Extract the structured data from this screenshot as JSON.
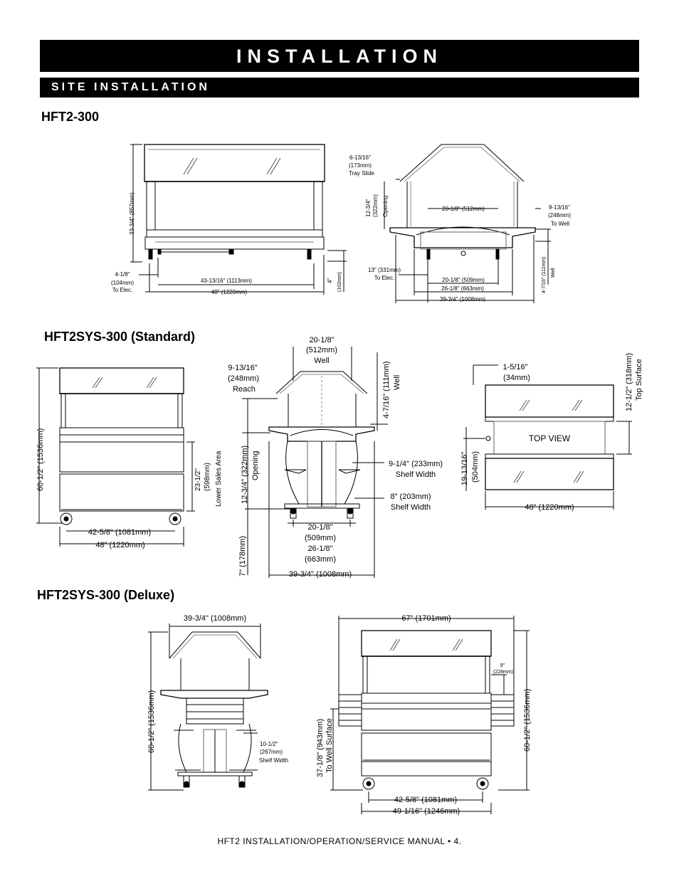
{
  "header": {
    "title": "INSTALLATION",
    "subtitle": "SITE INSTALLATION"
  },
  "sections": [
    {
      "id": "hft2",
      "title": "HFT2-300"
    },
    {
      "id": "standard",
      "title": "HFT2SYS-300 (Standard)"
    },
    {
      "id": "deluxe",
      "title": "HFT2SYS-300 (Deluxe)"
    }
  ],
  "dims": {
    "a1": "33-3/4\" (857mm)",
    "a2": "4-1/8\"",
    "a3": "(104mm)",
    "a4": "To Elec.",
    "a5": "43-13/16\" (1113mm)",
    "a6": "48\" (1220mm)",
    "a7": "4\"",
    "a8": "(102mm)",
    "b1": "6-13/16\"",
    "b2": "(173mm)",
    "b3": "Tray Slide",
    "b4": "12-3/4\"",
    "b5": "(322mm)",
    "b6": "Opening",
    "b7": "20-1/8\" (512mm)",
    "b8": "9-13/16\"",
    "b9": "(248mm)",
    "b10": "To Well",
    "b11": "13\" (331mm)",
    "b12": "To Elec.",
    "b13": "20-1/8\" (509mm)",
    "b14": "26-1/8\" (663mm)",
    "b15": "39-3/4\" (1008mm)",
    "b16": "4-7/16\" (111mm)",
    "b17": "Well",
    "s1": "60-1/2\" (1536mm)",
    "s2": "42-5/8\" (1081mm)",
    "s3": "48\" (1220mm)",
    "s4": "23-1/2\"",
    "s5": "(598mm)",
    "s6": "Lower Sales Area",
    "s7": "9-13/16\"",
    "s8": "(248mm)",
    "s9": "Reach",
    "s10": "20-1/8\"",
    "s11": "(512mm)",
    "s12": "Well",
    "s13": "4-7/16\" (111mm)",
    "s14": "Well",
    "s15": "12-3/4\" (322mm)",
    "s16": "Opening",
    "s17": "9-1/4\" (233mm)",
    "s18": "Shelf Width",
    "s19": "8\" (203mm)",
    "s20": "Shelf Width",
    "s21": "20-1/8\"",
    "s22": "(509mm)",
    "s23": "26-1/8\"",
    "s24": "(663mm)",
    "s25": "7\" (178mm)",
    "s26": "39-3/4\" (1008mm)",
    "t1": "1-5/16\"",
    "t2": "(34mm)",
    "t3": "12-1/2\" (318mm)",
    "t4": "Top Surface",
    "t5": "TOP VIEW",
    "t6": "19-13/16\"",
    "t7": "(504mm)",
    "t8": "48\" (1220mm)",
    "d1": "39-3/4\" (1008mm)",
    "d2": "60-1/2\" (1536mm)",
    "d3": "10-1/2\"",
    "d4": "(267mm)",
    "d5": "Shelf Width",
    "d6": "67\" (1701mm)",
    "d7": "9\"",
    "d8": "(228mm)",
    "d9": "37-1/8\" (943mm)",
    "d10": "To Well Surface",
    "d11": "60-1/2\" (1536mm)",
    "d12": "42-5/8\" (1081mm)",
    "d13": "49-1/16\" (1246mm)"
  },
  "footer": {
    "text": "HFT2 INSTALLATION/OPERATION/SERVICE MANUAL •  4."
  }
}
